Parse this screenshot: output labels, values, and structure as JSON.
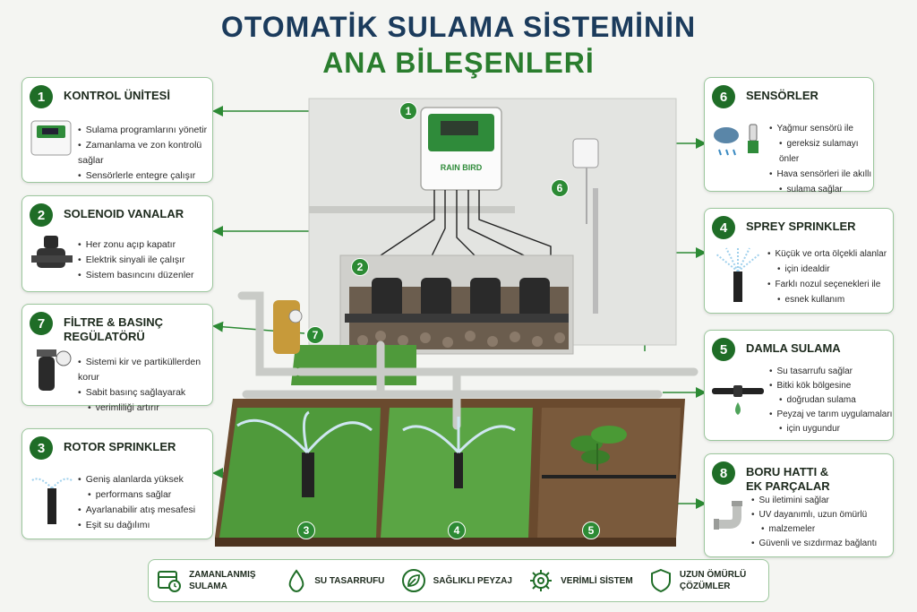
{
  "title": {
    "line1": "OTOMATİK SULAMA SİSTEMİNİN",
    "line2": "ANA BİLEŞENLERİ"
  },
  "colors": {
    "green_dark": "#1f6d27",
    "green": "#2c8a34",
    "navy": "#1b3b5c",
    "card_border": "#9cc79d"
  },
  "controller": {
    "brand": "RAIN BIRD"
  },
  "components": [
    {
      "num": "1",
      "title": "KONTROL ÜNİTESİ",
      "icon": "controller-icon",
      "bullets": [
        "Sulama programlarını yönetir",
        "Zamanlama ve zon kontrolü sağlar",
        "Sensörlerle entegre çalışır"
      ]
    },
    {
      "num": "2",
      "title": "SOLENOID VANALAR",
      "icon": "solenoid-valve-icon",
      "bullets": [
        "Her zonu açıp kapatır",
        "Elektrik sinyali ile çalışır",
        "Sistem basıncını düzenler"
      ]
    },
    {
      "num": "7",
      "title": "FİLTRE & BASINÇ",
      "title2": "REGÜLATÖRÜ",
      "icon": "filter-regulator-icon",
      "bullets": [
        "Sistemi kir ve partiküllerden korur",
        "Sabit basınç sağlayarak",
        "verimliliği artırır"
      ]
    },
    {
      "num": "3",
      "title": "ROTOR SPRINKLER",
      "icon": "rotor-sprinkler-icon",
      "bullets": [
        "Geniş alanlarda yüksek",
        "performans sağlar",
        "Ayarlanabilir atış mesafesi",
        "Eşit su dağılımı"
      ]
    },
    {
      "num": "6",
      "title": "SENSÖRLER",
      "icon": "rain-sensor-icon",
      "bullets": [
        "Yağmur sensörü ile",
        "gereksiz sulamayı önler",
        "Hava sensörleri ile akıllı",
        "sulama sağlar"
      ]
    },
    {
      "num": "4",
      "title": "SPREY SPRINKLER",
      "icon": "spray-sprinkler-icon",
      "bullets": [
        "Küçük ve orta ölçekli alanlar",
        "için idealdir",
        "Farklı nozul seçenekleri ile",
        "esnek kullanım"
      ]
    },
    {
      "num": "5",
      "title": "DAMLA SULAMA",
      "icon": "drip-line-icon",
      "bullets": [
        "Su tasarrufu sağlar",
        "Bitki kök bölgesine",
        "doğrudan sulama",
        "Peyzaj ve tarım uygulamaları",
        "için uygundur"
      ]
    },
    {
      "num": "8",
      "title": "BORU HATTI &",
      "title2": "EK PARÇALAR",
      "icon": "pipe-fitting-icon",
      "bullets": [
        "Su iletimini sağlar",
        "UV dayanımlı, uzun ömürlü",
        "malzemeler",
        "Güvenli ve sızdırmaz bağlantı"
      ]
    }
  ],
  "scene_markers": [
    "1",
    "2",
    "6",
    "7",
    "3",
    "4",
    "5"
  ],
  "features": [
    {
      "icon": "calendar-clock-icon",
      "label": "ZAMANLANMIŞ SULAMA"
    },
    {
      "icon": "water-drop-icon",
      "label": "SU TASARRUFU"
    },
    {
      "icon": "leaf-icon",
      "label": "SAĞLIKLI PEYZAJ"
    },
    {
      "icon": "gear-icon",
      "label": "VERİMLİ SİSTEM"
    },
    {
      "icon": "shield-icon",
      "label": "UZUN ÖMÜRLÜ ÇÖZÜMLER"
    }
  ]
}
